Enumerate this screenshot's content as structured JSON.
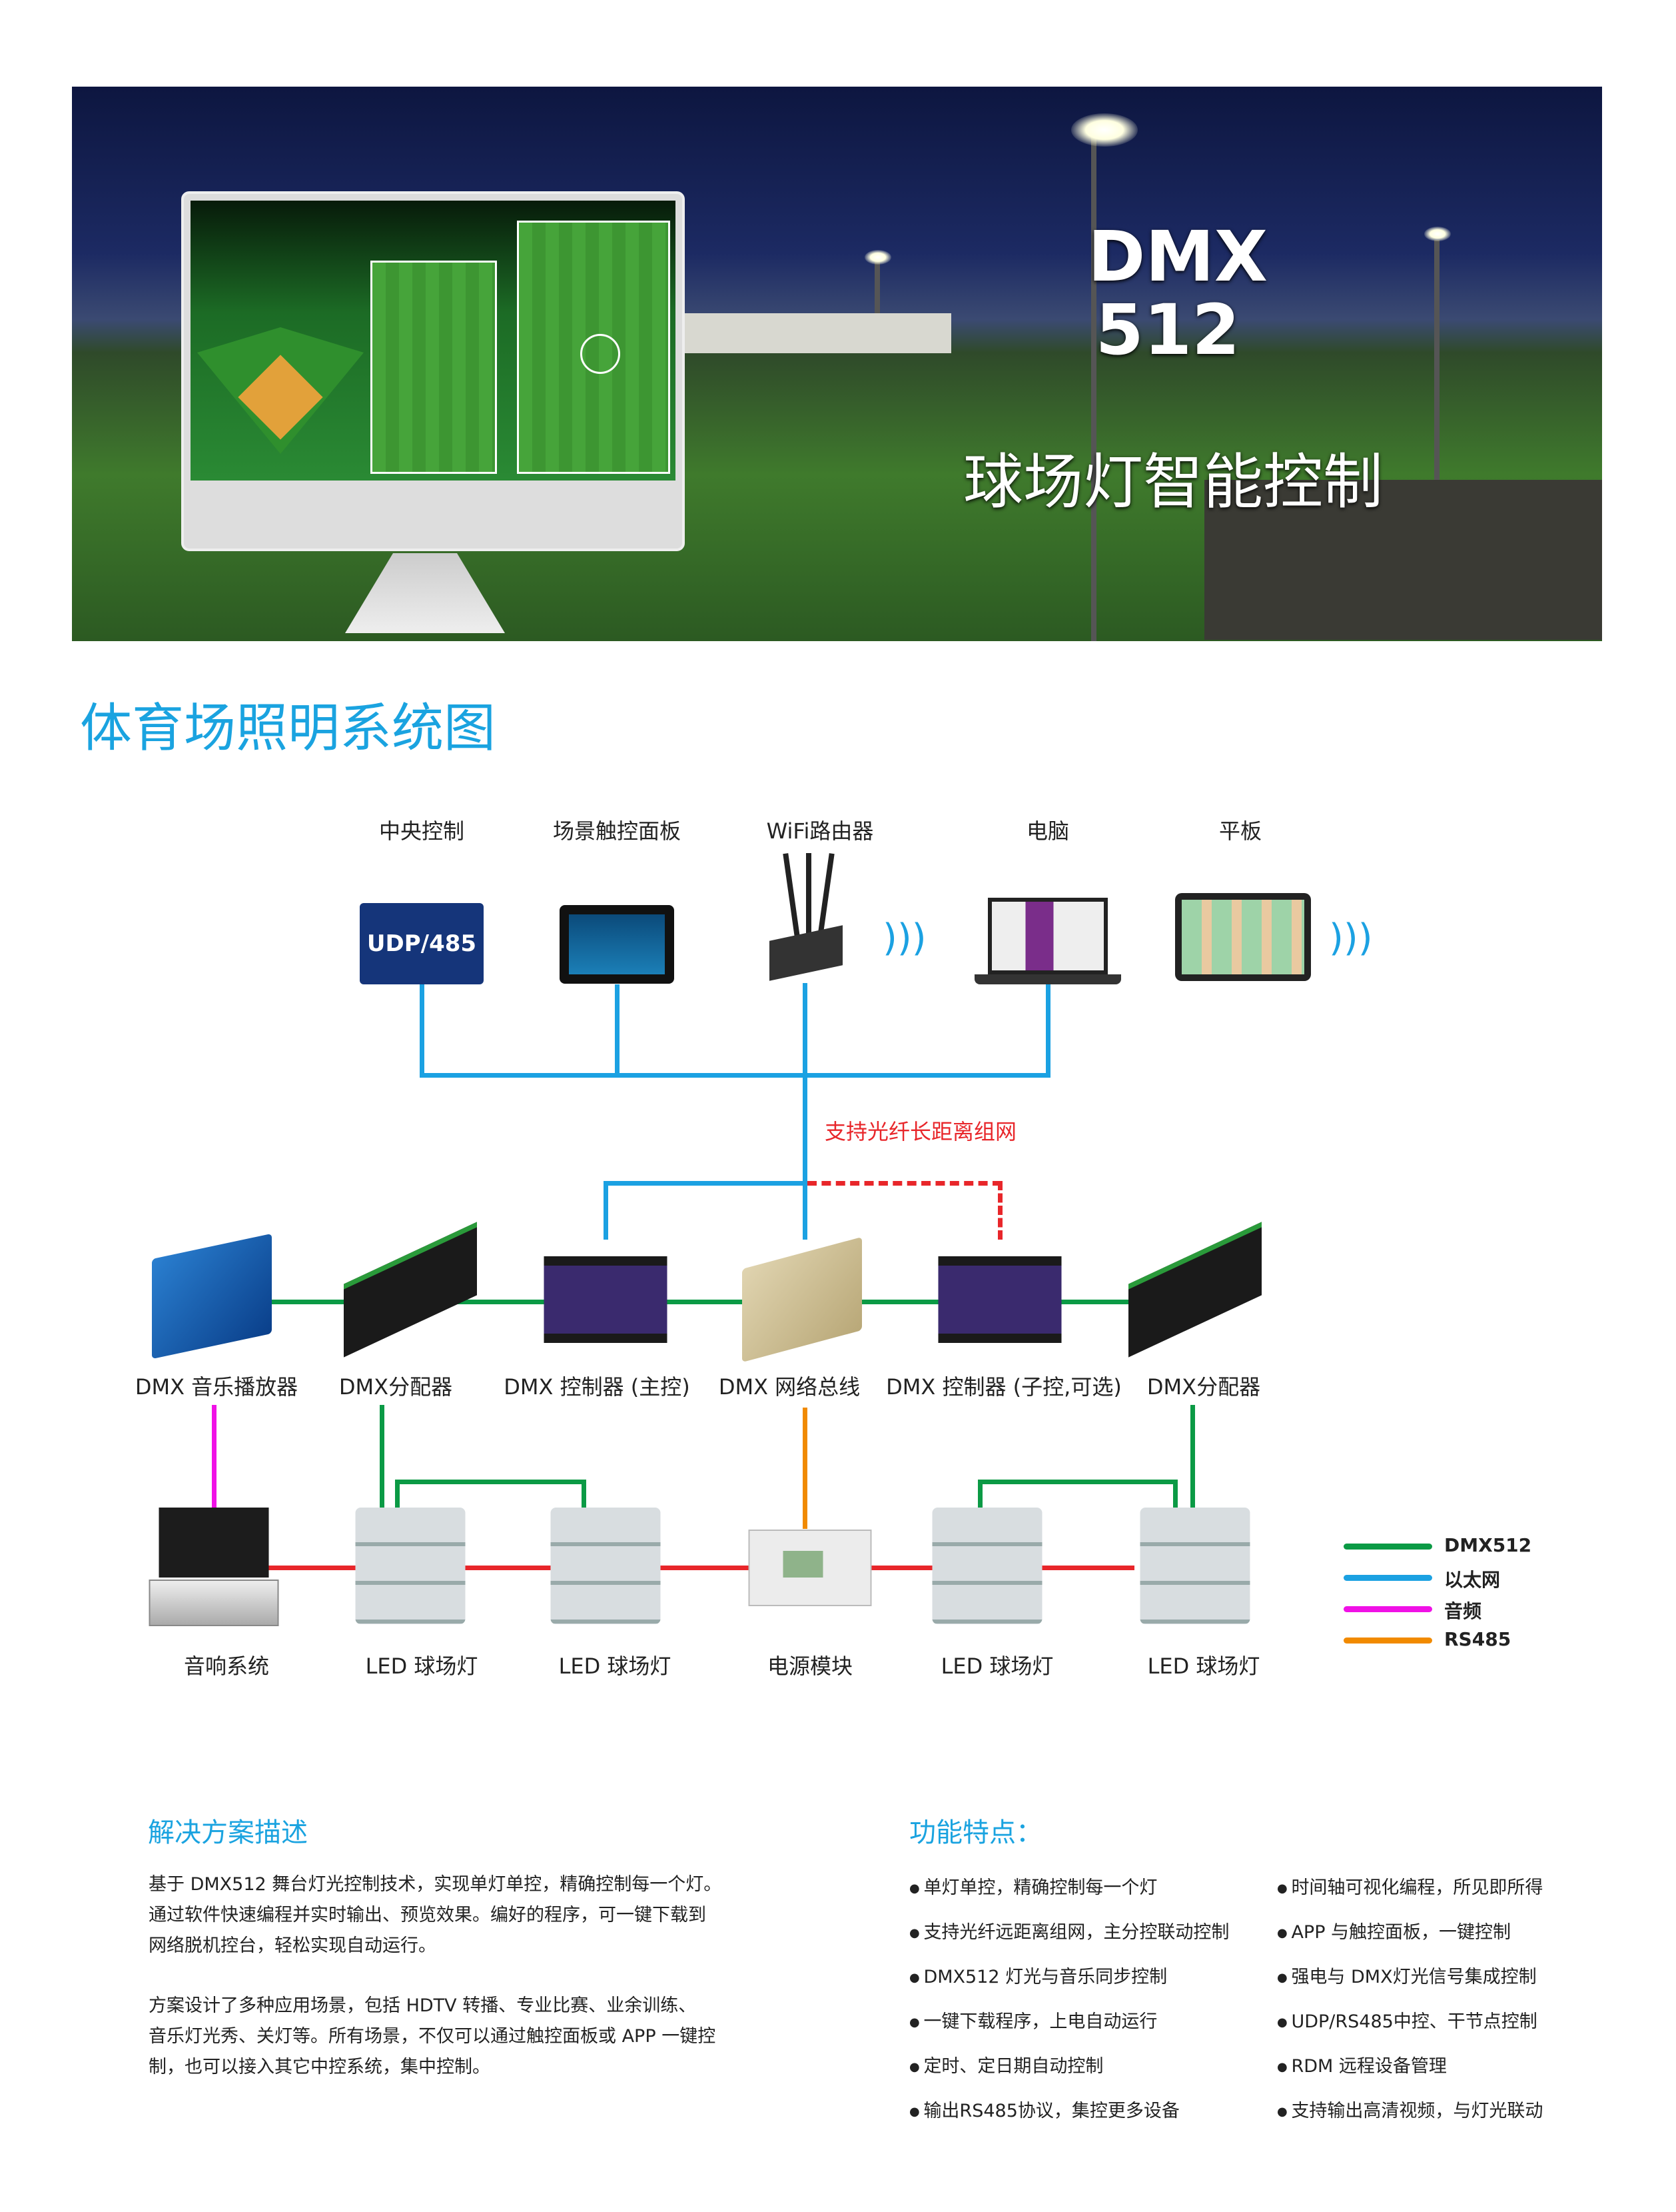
{
  "banner": {
    "title_line1": "DMX",
    "title_line2": "512",
    "subtitle": "球场灯智能控制"
  },
  "diagram": {
    "heading": "体育场照明系统图",
    "top_devices": [
      {
        "label": "中央控制",
        "badge": "UDP/485"
      },
      {
        "label": "场景触控面板"
      },
      {
        "label": "WiFi路由器"
      },
      {
        "label": "电脑"
      },
      {
        "label": "平板"
      }
    ],
    "fiber_note": "支持光纤长距离组网",
    "middle_devices": [
      {
        "label": "DMX 音乐播放器"
      },
      {
        "label": "DMX分配器"
      },
      {
        "label": "DMX 控制器 (主控)"
      },
      {
        "label": "DMX 网络总线"
      },
      {
        "label": "DMX 控制器 (子控,可选)"
      },
      {
        "label": "DMX分配器"
      }
    ],
    "bottom_devices": [
      {
        "label": "音响系统"
      },
      {
        "label": "LED 球场灯"
      },
      {
        "label": "LED 球场灯"
      },
      {
        "label": "电源模块"
      },
      {
        "label": "LED 球场灯"
      },
      {
        "label": "LED 球场灯"
      }
    ],
    "legend": [
      {
        "label": "DMX512",
        "color": "#0b9a45"
      },
      {
        "label": "以太网",
        "color": "#1ba1e2"
      },
      {
        "label": "音频",
        "color": "#f011e6"
      },
      {
        "label": "RS485",
        "color": "#f18a00"
      }
    ]
  },
  "solution": {
    "heading": "解决方案描述",
    "para1": [
      "基于 DMX512 舞台灯光控制技术，实现单灯单控，精确控制每一个灯。",
      "通过软件快速编程并实时输出、预览效果。编好的程序，可一键下载到",
      "网络脱机控台，轻松实现自动运行。"
    ],
    "para2": [
      "方案设计了多种应用场景，包括 HDTV 转播、专业比赛、业余训练、",
      "音乐灯光秀、关灯等。所有场景，不仅可以通过触控面板或 APP 一键控",
      "制，也可以接入其它中控系统，集中控制。"
    ]
  },
  "features": {
    "heading": "功能特点：",
    "col1": [
      "单灯单控，精确控制每一个灯",
      "支持光纤远距离组网，主分控联动控制",
      "DMX512 灯光与音乐同步控制",
      "一键下载程序，上电自动运行",
      "定时、定日期自动控制",
      "输出RS485协议，集控更多设备"
    ],
    "col2": [
      "时间轴可视化编程，所见即所得",
      "APP 与触控面板，一键控制",
      "强电与 DMX灯光信号集成控制",
      "UDP/RS485中控、干节点控制",
      "RDM 远程设备管理",
      "支持输出高清视频，与灯光联动"
    ]
  }
}
